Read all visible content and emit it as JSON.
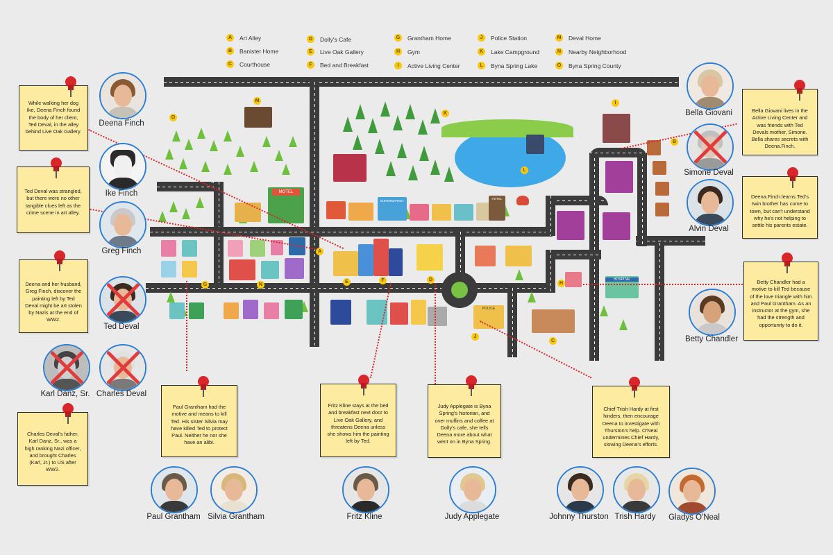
{
  "legend": [
    {
      "letter": "A",
      "label": "Art Alley"
    },
    {
      "letter": "B",
      "label": "Banister Home"
    },
    {
      "letter": "C",
      "label": "Courthouse"
    },
    {
      "letter": "D",
      "label": "Dolly's Cafe"
    },
    {
      "letter": "E",
      "label": "Live Oak Gallery"
    },
    {
      "letter": "F",
      "label": "Bed and Breakfast"
    },
    {
      "letter": "G",
      "label": "Grantham Home"
    },
    {
      "letter": "H",
      "label": "Gym"
    },
    {
      "letter": "I",
      "label": "Active Living Center"
    },
    {
      "letter": "J",
      "label": "Police Station"
    },
    {
      "letter": "K",
      "label": "Lake Campground"
    },
    {
      "letter": "L",
      "label": "Byna Spring Lake"
    },
    {
      "letter": "M",
      "label": "Deval Home"
    },
    {
      "letter": "N",
      "label": "Nearby Neighborhood"
    },
    {
      "letter": "O",
      "label": "Byna Spring County"
    }
  ],
  "map_signs": {
    "motel": "MOTEL",
    "supermarket": "SUPERMARKET",
    "hotel": "HOTEL",
    "hospital": "HOSPITAL",
    "police": "POLICE"
  },
  "people": {
    "deena": "Deena Finch",
    "ike": "Ike Finch",
    "greg": "Greg Finch",
    "ted": "Ted Deval",
    "karl": "Karl Danz, Sr.",
    "charles": "Charles Deval",
    "bella": "Bella Giovani",
    "simone": "Simone Deval",
    "alvin": "Alvin Deval",
    "betty": "Betty Chandler",
    "paul": "Paul Grantham",
    "silvia": "Silvia Grantham",
    "fritz": "Fritz Kline",
    "judy": "Judy Applegate",
    "johnny": "Johnny Thurston",
    "trish": "Trish Hardy",
    "gladys": "Gladys O'Neal"
  },
  "notes": {
    "deena": "While walking her dog Ike, Deena Finch found the body of her client, Ted Deval, in the alley behind Live Oak Gallery.",
    "ted": "Ted Deval was strangled, but there were no other tangible clues left as the crime scene in art alley.",
    "greg": "Deena and her husband, Greg Finch, discover the painting left by Ted Deval might be art stolen by Nazis at the end of WW2.",
    "charles": "Charles Deval's father, Karl Danz, Sr., was a high ranking Nazi officer, and brought Charles (Karl, Jr.) to US after WW2.",
    "bella": "Bella Giovani lives in the Active Living Center and was friends with Ted Devals mother, Simone. Bella shares secrets with Deena.Finch.",
    "alvin": "Deena.Finch.learns Ted's twin brother has come to town, but can't understand why he's not helping to settle his parents estate.",
    "betty": "Betty Chandler had a motive to kill Ted because of the love triangle with him and Paul Grantham. As an instructor at the gym, she had the strength and opportunity to do it.",
    "paul": "Paul Grantham had the motive and means to kill Ted. His sister Silvia may have killed Ted to protect Paul. Neither he nor she have an alibi.",
    "fritz": "Fritz Kline stays at the bed and breakfast next door to Live Oak Gallery, and threatens Deena unless she shows him the painting left by Ted.",
    "judy": "Judy Applegate is Byna Spring's historian, and over muffins and coffee at Dolly's cafe, she tells Deena more about what went on in Byna Spring.",
    "trish": "Chief Trish Hardy at first hinders, then encourage Deena to investigate with Thurston's help. O'Neal undermines Chief Hardy, slowing Deena's efforts."
  },
  "colors": {
    "background": "#ebebeb",
    "note": "#fdeca0",
    "pin": "#d9262b",
    "badge": "#f6c80f",
    "road": "#3b3b3b",
    "avatar_ring": "#2d7fd4",
    "cross": "#e03c3c"
  }
}
